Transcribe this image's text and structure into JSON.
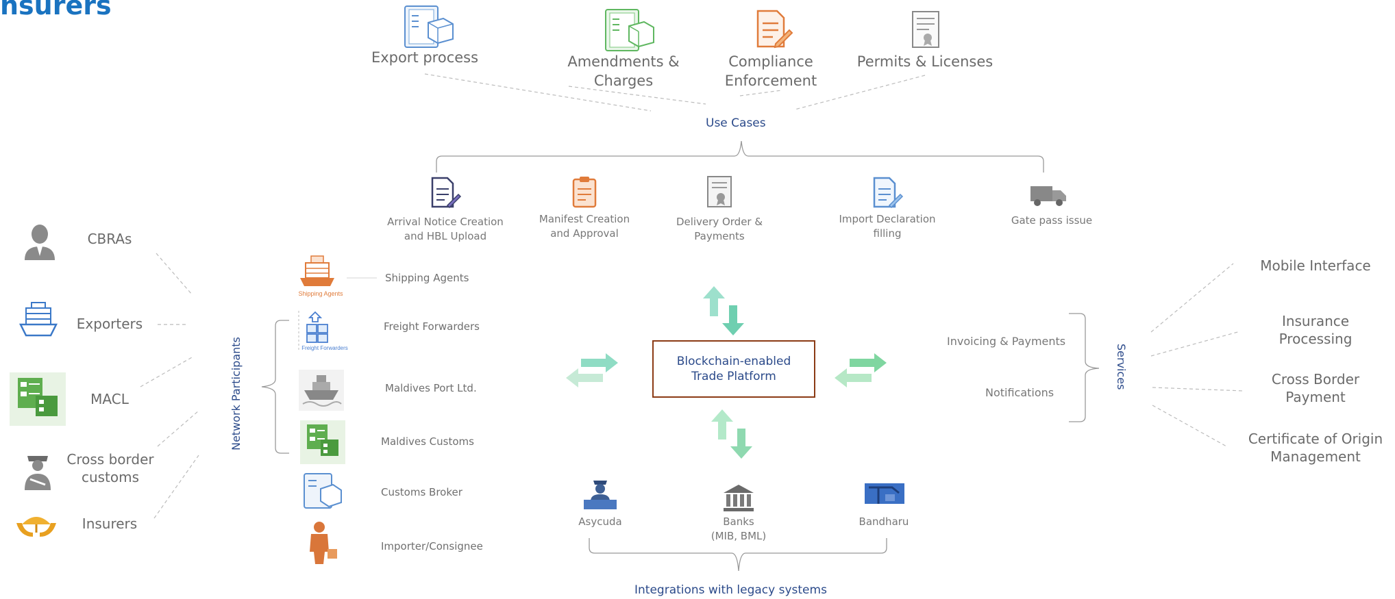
{
  "heading": "nsurers",
  "use_cases": {
    "label": "Use Cases",
    "items": [
      {
        "label": "Export process",
        "icon": "document-package-icon"
      },
      {
        "label": "Amendments &\nCharges",
        "icon": "document-package-icon"
      },
      {
        "label": "Compliance\nEnforcement",
        "icon": "document-edit-icon"
      },
      {
        "label": "Permits & Licenses",
        "icon": "certificate-icon"
      }
    ]
  },
  "process_steps": [
    {
      "label": "Arrival Notice Creation\nand HBL Upload",
      "icon": "document-edit-icon"
    },
    {
      "label": "Manifest Creation\nand Approval",
      "icon": "clipboard-icon"
    },
    {
      "label": "Delivery Order &\nPayments",
      "icon": "certificate-icon"
    },
    {
      "label": "Import Declaration\nfilling",
      "icon": "document-edit-icon"
    },
    {
      "label": "Gate pass issue",
      "icon": "truck-icon"
    }
  ],
  "network": {
    "label": "Network Participants",
    "items": [
      {
        "label": "Shipping Agents",
        "icon_caption": "Shipping Agents"
      },
      {
        "label": "Freight Forwarders",
        "icon_caption": "Freight Forwarders"
      },
      {
        "label": "Maldives Port Ltd."
      },
      {
        "label": "Maldives Customs"
      },
      {
        "label": "Customs Broker"
      },
      {
        "label": "Importer/Consignee"
      }
    ]
  },
  "left_participants": [
    {
      "label": "CBRAs",
      "icon": "person-icon"
    },
    {
      "label": "Exporters",
      "icon": "ship-icon"
    },
    {
      "label": "MACL",
      "icon": "documents-icon"
    },
    {
      "label": "Cross border\ncustoms",
      "icon": "officer-icon"
    },
    {
      "label": "Insurers",
      "icon": "umbrella-hands-icon"
    }
  ],
  "center": {
    "label": "Blockchain-enabled\nTrade Platform"
  },
  "services": {
    "label": "Services",
    "items": [
      "Invoicing & Payments",
      "Notifications"
    ],
    "outputs": [
      "Mobile Interface",
      "Insurance\nProcessing",
      "Cross Border\nPayment",
      "Certificate of Origin\nManagement"
    ]
  },
  "integrations": {
    "label": "Integrations with legacy systems",
    "items": [
      {
        "label": "Asycuda",
        "icon": "officer-desk-icon"
      },
      {
        "label": "Banks\n(MIB, BML)",
        "icon": "bank-icon"
      },
      {
        "label": "Bandharu",
        "icon": "crane-icon"
      }
    ]
  },
  "colors": {
    "accent": "#1a73c0",
    "navy": "#2b4a8a",
    "box_border": "#8b3a14",
    "arrow_green": "#7fd6b8",
    "orange": "#e07b3a"
  }
}
